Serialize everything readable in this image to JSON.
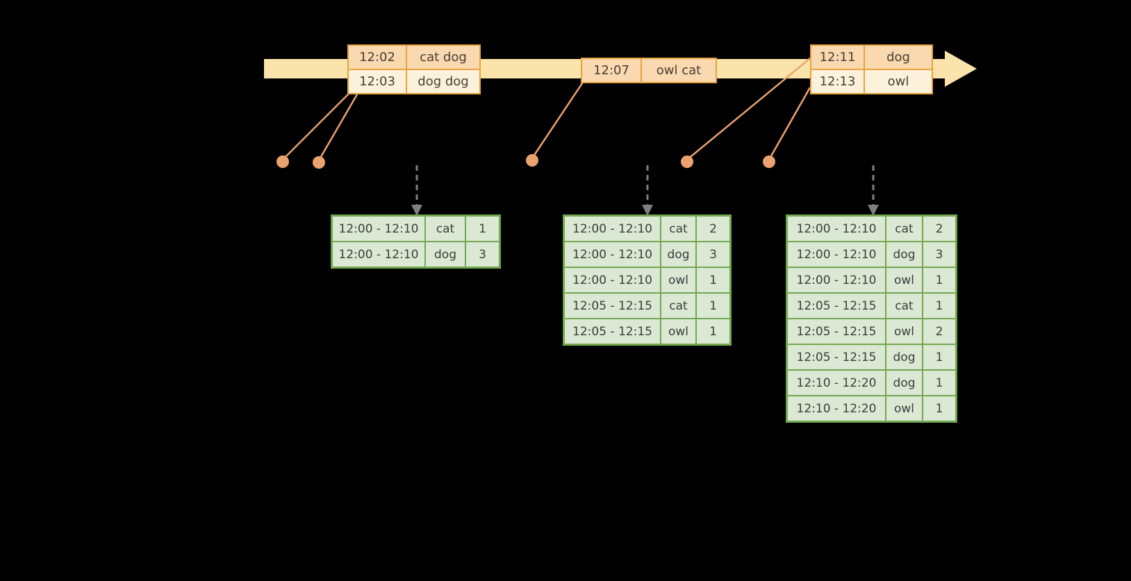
{
  "palette": {
    "background": "#000000",
    "timeline_fill": "#FBE4AC",
    "event_border": "#E7A33C",
    "event_fill_dark": "#FAD8B0",
    "event_fill_light": "#FCF1DB",
    "connector_orange": "#ECA26E",
    "trigger_gray": "#7F7F7F",
    "result_border": "#70A850",
    "result_fill": "#DBE8D3"
  },
  "event_tables": [
    {
      "rows": [
        {
          "time": "12:02",
          "words": "cat dog"
        },
        {
          "time": "12:03",
          "words": "dog dog"
        }
      ]
    },
    {
      "rows": [
        {
          "time": "12:07",
          "words": "owl cat"
        }
      ]
    },
    {
      "rows": [
        {
          "time": "12:11",
          "words": "dog"
        },
        {
          "time": "12:13",
          "words": "owl"
        }
      ]
    }
  ],
  "result_tables": [
    {
      "rows": [
        {
          "window": "12:00 - 12:10",
          "word": "cat",
          "count": "1"
        },
        {
          "window": "12:00 - 12:10",
          "word": "dog",
          "count": "3"
        }
      ]
    },
    {
      "rows": [
        {
          "window": "12:00 - 12:10",
          "word": "cat",
          "count": "2"
        },
        {
          "window": "12:00 - 12:10",
          "word": "dog",
          "count": "3"
        },
        {
          "window": "12:00 - 12:10",
          "word": "owl",
          "count": "1"
        },
        {
          "window": "12:05 - 12:15",
          "word": "cat",
          "count": "1"
        },
        {
          "window": "12:05 - 12:15",
          "word": "owl",
          "count": "1"
        }
      ]
    },
    {
      "rows": [
        {
          "window": "12:00 - 12:10",
          "word": "cat",
          "count": "2"
        },
        {
          "window": "12:00 - 12:10",
          "word": "dog",
          "count": "3"
        },
        {
          "window": "12:00 - 12:10",
          "word": "owl",
          "count": "1"
        },
        {
          "window": "12:05 - 12:15",
          "word": "cat",
          "count": "1"
        },
        {
          "window": "12:05 - 12:15",
          "word": "owl",
          "count": "2"
        },
        {
          "window": "12:05 - 12:15",
          "word": "dog",
          "count": "1"
        },
        {
          "window": "12:10 - 12:20",
          "word": "dog",
          "count": "1"
        },
        {
          "window": "12:10 - 12:20",
          "word": "owl",
          "count": "1"
        }
      ]
    }
  ]
}
